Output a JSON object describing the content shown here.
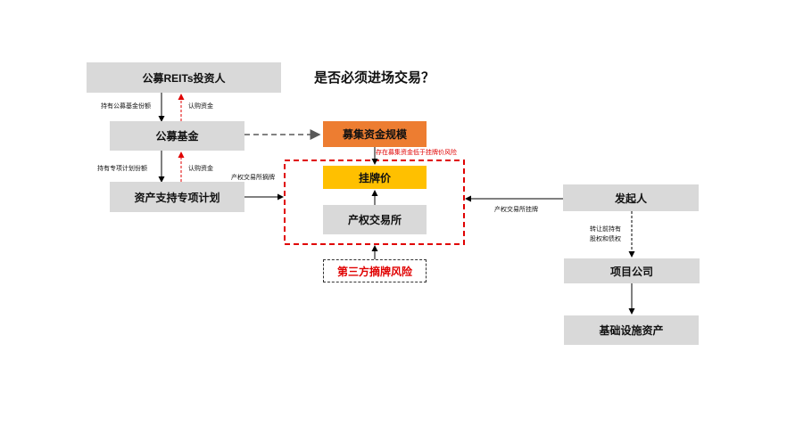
{
  "title": "是否必须进场交易？",
  "nodes": {
    "investor": "公募REITs投资人",
    "fund": "公募基金",
    "abs": "资产支持专项计划",
    "scale": "募集资金规模",
    "listing_price": "挂牌价",
    "exchange": "产权交易所",
    "third_party_risk": "第三方摘牌风险",
    "sponsor": "发起人",
    "project_company": "项目公司",
    "infra_asset": "基础设施资产"
  },
  "labels": {
    "hold_fund_share": "持有公募基金份额",
    "subscribe_funds_1": "认购资金",
    "hold_plan_share": "持有专项计划份额",
    "subscribe_funds_2": "认购资金",
    "delist_abs": "产权交易所摘牌",
    "risk_note": "存在募集资金低于挂牌价风险",
    "list_sponsor": "产权交易所挂牌",
    "transfer_line1": "转让前持有",
    "transfer_line2": "股权和债权"
  },
  "colors": {
    "gray_box": "#d9d9d9",
    "orange_box": "#ed7d31",
    "yellow_box": "#ffc000",
    "red_accent": "#e00000",
    "arrow": "#000000",
    "dashed_gray": "#595959"
  }
}
